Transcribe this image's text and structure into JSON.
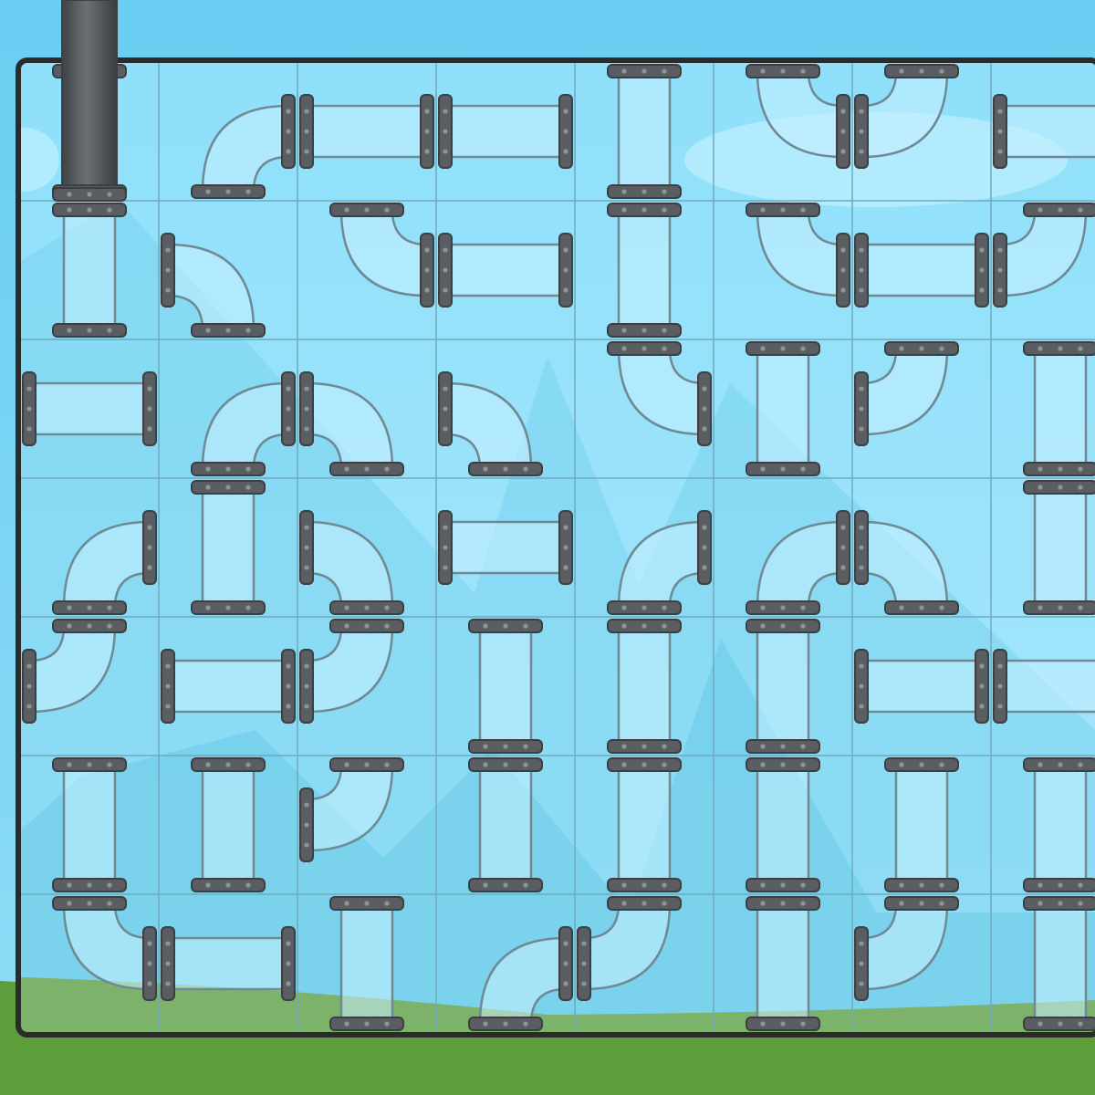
{
  "game": {
    "name": "pipe-puzzle",
    "grid": {
      "cols": 8,
      "rows": 7,
      "visible_cols": 7.8
    },
    "source_pipe": {
      "column": 0,
      "side": "top"
    },
    "tiles": [
      [
        "S",
        "ES",
        "EW",
        "EW",
        "NS",
        "NE",
        "NW",
        "EW"
      ],
      [
        "NS",
        "SW",
        "NE",
        "EW",
        "NS",
        "NE",
        "EW",
        "NW"
      ],
      [
        "EW",
        "ES",
        "SW",
        "SW",
        "NE",
        "NS",
        "NW",
        "NS"
      ],
      [
        "ES",
        "NS",
        "SW",
        "EW",
        "ES",
        "ES",
        "SW",
        "NS"
      ],
      [
        "NW",
        "EW",
        "NW",
        "NS",
        "NS",
        "NS",
        "EW",
        "EW"
      ],
      [
        "NS",
        "NS",
        "NW",
        "NS",
        "NS",
        "NS",
        "NS",
        "NS"
      ],
      [
        "NE",
        "EW",
        "NS",
        "SE",
        "NW",
        "NS",
        "NW",
        "NS"
      ]
    ],
    "colors": {
      "sky": "#6fd0f2",
      "sky_light": "#a9e8ff",
      "grass": "#5a9e3a",
      "grass_light": "#7dbb57",
      "board_frame": "#2b2b2b",
      "grid_line": "#6fa9bf",
      "pipe_glass": "#c9f0ff",
      "pipe_stroke": "#6f8a94",
      "flange": "#5a5e62",
      "flange_dark": "#3c3f42",
      "bolt": "#8e9397",
      "source_pipe": "#565b5f"
    }
  }
}
